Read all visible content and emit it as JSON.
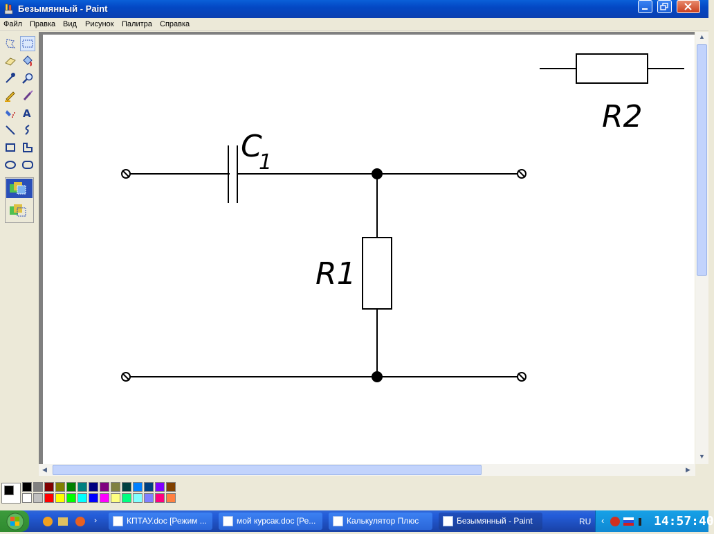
{
  "window": {
    "title": "Безымянный - Paint"
  },
  "menu": [
    "Файл",
    "Правка",
    "Вид",
    "Рисунок",
    "Палитра",
    "Справка"
  ],
  "toolbox": {
    "tools": [
      "free-select-icon",
      "rect-select-icon",
      "eraser-icon",
      "fill-icon",
      "color-picker-icon",
      "magnifier-icon",
      "pencil-icon",
      "brush-icon",
      "airbrush-icon",
      "text-icon",
      "line-icon",
      "curve-icon",
      "rectangle-icon",
      "polygon-icon",
      "ellipse-icon",
      "rounded-rect-icon"
    ],
    "selected": "rect-select-icon"
  },
  "canvas": {
    "labels": {
      "c1_letter": "C",
      "c1_sub": "1",
      "r1": "R1",
      "r2": "R2"
    }
  },
  "palette": {
    "row1": [
      "#000000",
      "#808080",
      "#800000",
      "#808000",
      "#008000",
      "#008080",
      "#000080",
      "#800080",
      "#808040",
      "#004040",
      "#0080ff",
      "#004080",
      "#8000ff",
      "#804000"
    ],
    "row2": [
      "#ffffff",
      "#c0c0c0",
      "#ff0000",
      "#ffff00",
      "#00ff00",
      "#00ffff",
      "#0000ff",
      "#ff00ff",
      "#ffff80",
      "#00ff80",
      "#80ffff",
      "#8080ff",
      "#ff0080",
      "#ff8040"
    ]
  },
  "taskbar": {
    "tasks": [
      {
        "label": "КПТАУ.doc [Режим ...",
        "active": false
      },
      {
        "label": "мой курсак.doc [Ре...",
        "active": false
      },
      {
        "label": "Калькулятор Плюс",
        "active": false
      },
      {
        "label": "Безымянный - Paint",
        "active": true
      }
    ],
    "lang": "RU",
    "clock": "14:57:40"
  }
}
